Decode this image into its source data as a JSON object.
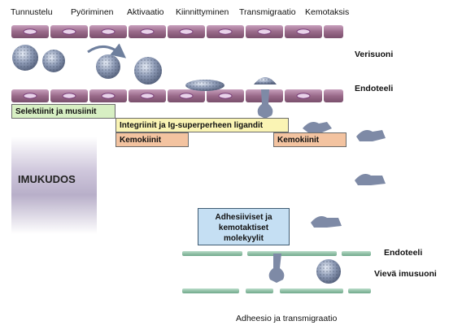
{
  "stages": [
    "Tunnustelu",
    "Pyöriminen",
    "Aktivaatio",
    "Kiinnittyminen",
    "Transmigraatio",
    "Kemotaksis"
  ],
  "labels": {
    "verisuoni": "Verisuoni",
    "endoteeli_top": "Endoteeli",
    "endoteeli_bottom": "Endoteeli",
    "viewa_imusuoni": "Vievä imusuoni",
    "imukudos": "IMUKUDOS",
    "footer": "Adheesio ja transmigraatio"
  },
  "boxes": {
    "selektiinit": "Selektiinit ja musiinit",
    "integriinit": "Integriinit ja Ig-superperheen ligandit",
    "kemokiinit_left": "Kemokiinit",
    "kemokiinit_right": "Kemokiinit",
    "adhesiiviset": "Adhesiiviset ja kemotaktiset molekyylit"
  },
  "colors": {
    "endothelial_cell": "#9a6a8a",
    "cell_nucleus": "#8a3a8a",
    "leukocyte": "#7e8aa6",
    "lymph_vessel": "#7fb89a"
  },
  "icons": [
    "rotation-arrow-icon"
  ]
}
